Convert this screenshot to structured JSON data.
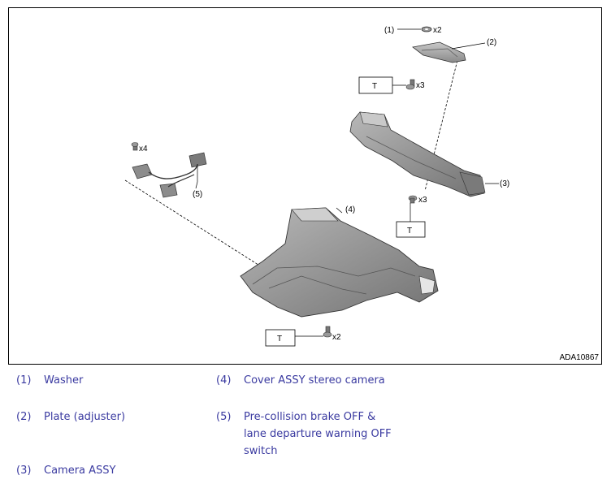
{
  "figure": {
    "id": "ADA10867",
    "callouts": {
      "c1": "(1)",
      "c2": "(2)",
      "c3": "(3)",
      "c4": "(4)",
      "c5": "(5)"
    },
    "qty": {
      "washer": "x2",
      "plate_bolt": "x3",
      "camera_bolt": "x3",
      "switch_screw": "x4",
      "cover_bolt": "x2"
    },
    "torque_label": "T"
  },
  "legend": [
    {
      "num": "(1)",
      "lines": [
        "Washer"
      ]
    },
    {
      "num": "(2)",
      "lines": [
        "Plate (adjuster)"
      ]
    },
    {
      "num": "(3)",
      "lines": [
        "Camera ASSY"
      ]
    },
    {
      "num": "(4)",
      "lines": [
        "Cover ASSY stereo camera"
      ]
    },
    {
      "num": "(5)",
      "lines": [
        "Pre-collision brake OFF &",
        "lane departure warning OFF",
        "switch"
      ]
    }
  ],
  "colors": {
    "legend_text": "#3a3aa0",
    "part_fill": "#9a9a9a",
    "part_dark": "#6f6f6f",
    "part_light": "#c4c4c4"
  }
}
